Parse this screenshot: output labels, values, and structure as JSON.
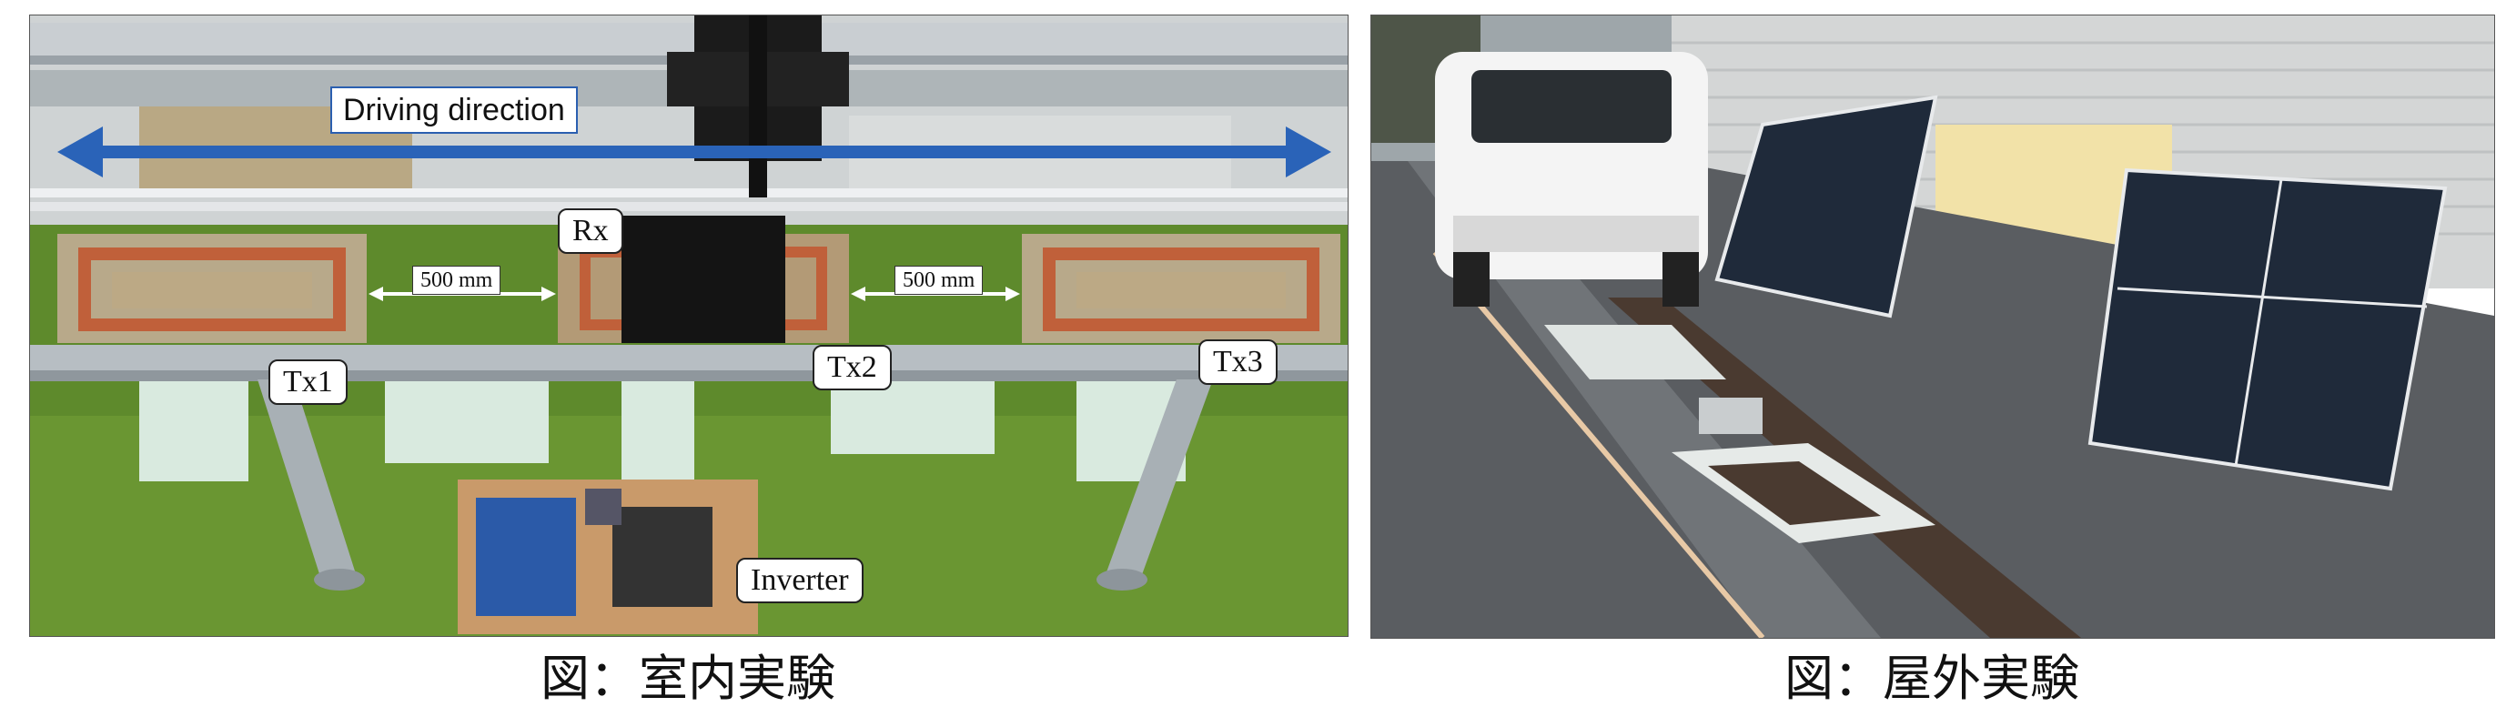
{
  "indoor": {
    "driving_direction": "Driving direction",
    "rx": "Rx",
    "tx1": "Tx1",
    "tx2": "Tx2",
    "tx3": "Tx3",
    "inverter": "Inverter",
    "gap_left": "500 mm",
    "gap_right": "500 mm",
    "caption": "図：室内実験"
  },
  "outdoor": {
    "caption": "図：屋外実験"
  },
  "colors": {
    "arrow": "#2a63b8",
    "floor_green": "#5e8a2c",
    "coil_copper": "#c0603a"
  }
}
